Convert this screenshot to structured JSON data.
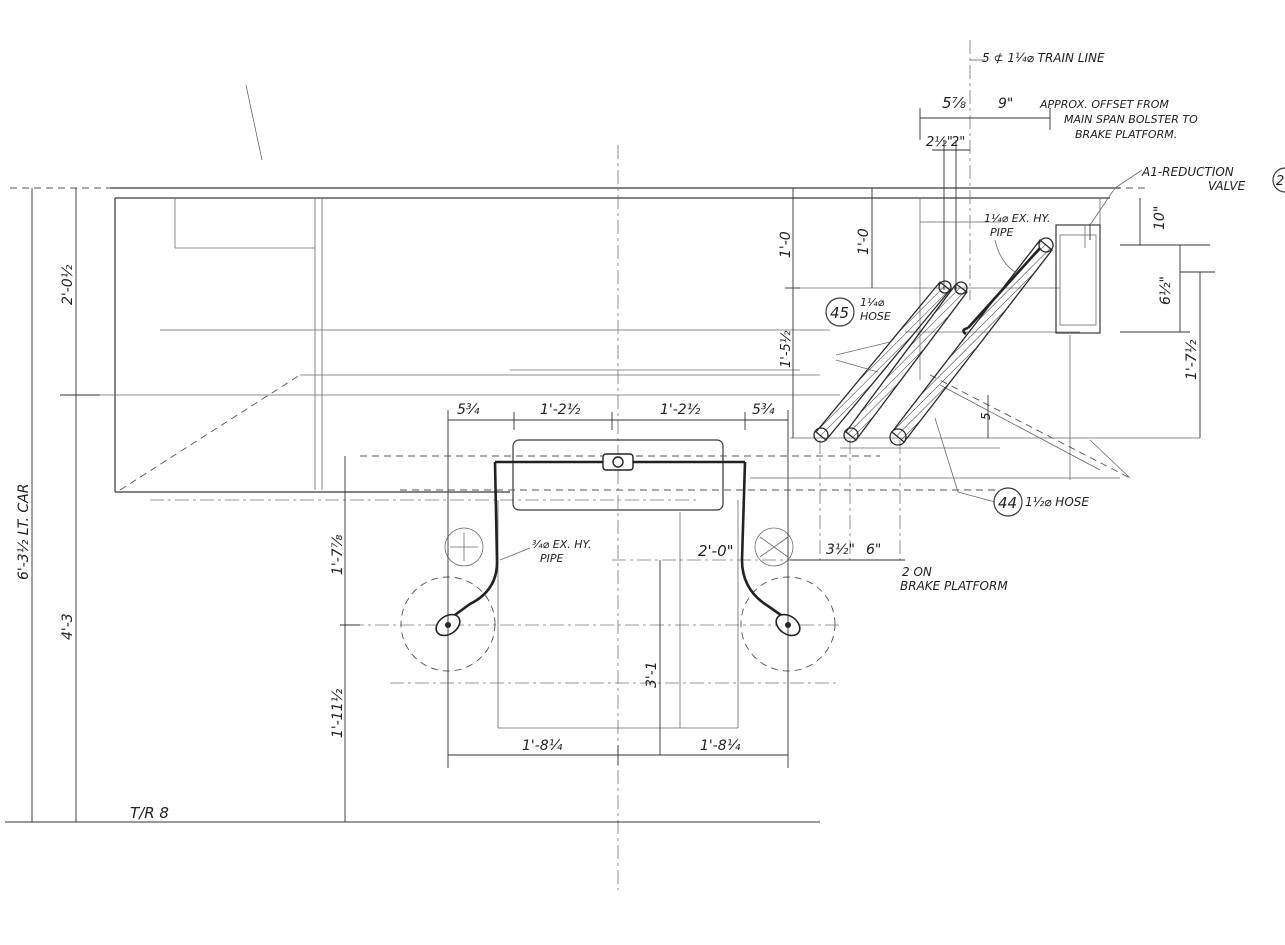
{
  "labels": {
    "train_line": "5 ⊄ 1¼⌀ TRAIN LINE",
    "dim_5_7_8": "5⅞",
    "offset_9": "9\"",
    "offset_note_1": "APPROX. OFFSET FROM",
    "offset_note_2": "MAIN SPAN BOLSTER TO",
    "offset_note_3": "BRAKE PLATFORM.",
    "dim_2_half": "2½\"",
    "dim_2": "2\"",
    "reduction_valve_1": "A1-REDUCTION",
    "reduction_valve_2": "VALVE",
    "reduction_valve_num": "2",
    "ex_hy_pipe_1": "1¼⌀ EX. HY.",
    "ex_hy_pipe_2": "PIPE",
    "dim_10": "10\"",
    "dim_6_half": "6½\"",
    "dim_1_7_half": "1'-7½",
    "dim_5": "5",
    "dim_1_0_a": "1'-0",
    "dim_1_0_b": "1'-0",
    "dim_1_5_half": "1'-5½",
    "dim_2_0_half": "2'-0½",
    "dim_6_3_half": "6'-3½ LT. CAR",
    "dim_4_3": "4'-3",
    "hose45_num": "45",
    "hose45_text_1": "1¼⌀",
    "hose45_text_2": "HOSE",
    "hose44_num": "44",
    "hose44_text": "1½⌀ HOSE",
    "dim_5_3_4_left": "5¾",
    "dim_1_2_half_left": "1'-2½",
    "dim_1_2_half_right": "1'-2½",
    "dim_5_3_4_right": "5¾",
    "ex_hy_pipe_small_1": "¾⌀ EX. HY.",
    "ex_hy_pipe_small_2": "PIPE",
    "dim_2_0": "2'-0\"",
    "dim_3_half": "3½\"",
    "dim_6": "6\"",
    "brake_platform_1": "2 ON",
    "brake_platform_2": "BRAKE PLATFORM",
    "dim_1_7_7_8": "1'-7⅞",
    "dim_3_1": "3'-1",
    "dim_1_11_half": "1'-11½",
    "dim_1_8_left": "1'-8¼",
    "dim_1_8_right": "1'-8¼",
    "tr_mark": "T/R 8"
  }
}
